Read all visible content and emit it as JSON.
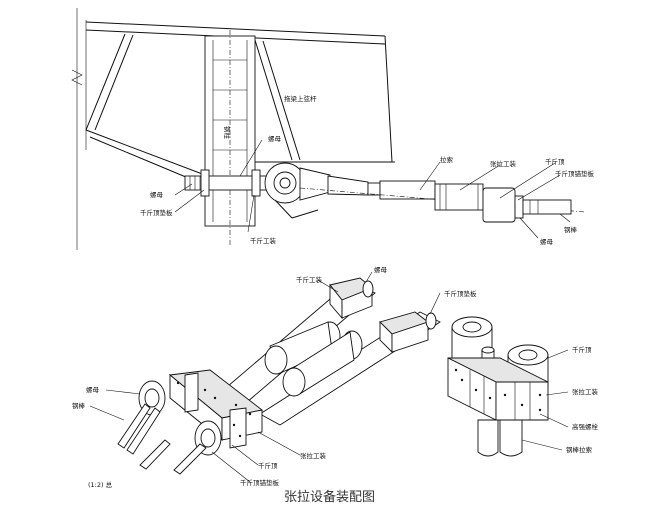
{
  "caption": "张拉设备装配图",
  "top_view": {
    "labels": {
      "tie_beam_top": "拖梁上弦杆",
      "steel_column": "钢柱",
      "nut_upper": "螺母",
      "nut_left": "螺母",
      "jack_plate": "千斤顶垫板",
      "jack_tool": "千斤工装",
      "cable": "拉索",
      "tension_tool": "张拉工装",
      "jack": "千斤顶",
      "jack_anchor_plate": "千斤顶锚垫板",
      "nut_right": "螺母",
      "steel_rod": "钢棒"
    }
  },
  "iso_view": {
    "labels": {
      "jack_tool": "千斤工装",
      "nut_top": "螺母",
      "jack_plate": "千斤顶垫板",
      "nut_left": "螺母",
      "steel_rod": "钢棒",
      "tension_tool": "张拉工装",
      "jack": "千斤顶",
      "jack_anchor_plate": "千斤顶锚垫板",
      "partial": "(1:2) 总"
    }
  },
  "detail_view": {
    "labels": {
      "jack": "千斤顶",
      "tension_tool": "张拉工装",
      "high_strength_bolt": "高强螺栓",
      "steel_rod_cable": "钢棒拉索"
    }
  }
}
